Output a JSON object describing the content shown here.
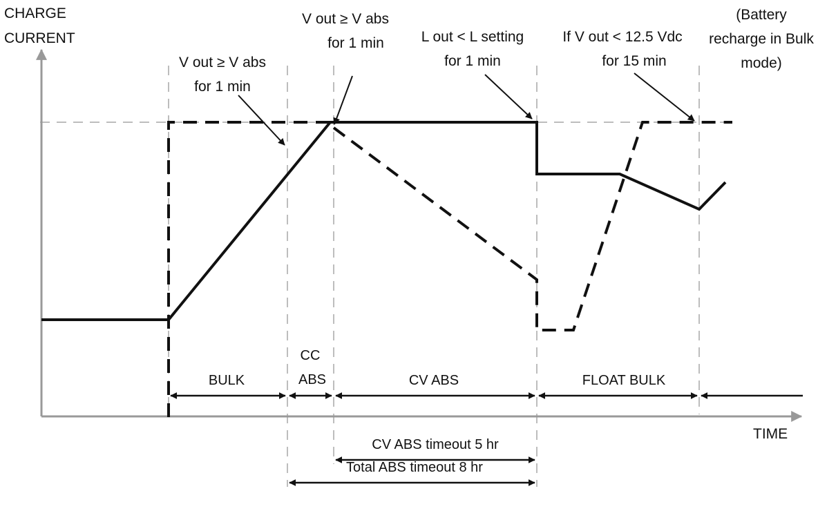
{
  "axes": {
    "y_label_line1": "CHARGE",
    "y_label_line2": "CURRENT",
    "x_label": "TIME"
  },
  "annotations": {
    "bulk_end_line1": "V out ≥ V abs",
    "bulk_end_line2": "for 1 min",
    "cc_end_line1": "V out ≥ V abs",
    "cc_end_line2": "for 1 min",
    "cv_end_line1": "L out < L setting",
    "cv_end_line2": "for 1 min",
    "float_end_line1": "If V out < 12.5 Vdc",
    "float_end_line2": "for 15 min",
    "recharge_line1": "(Battery",
    "recharge_line2": "recharge in Bulk",
    "recharge_line3": "mode)"
  },
  "stages": {
    "bulk": "BULK",
    "cc_abs_line1": "CC",
    "cc_abs_line2": "ABS",
    "cv_abs": "CV ABS",
    "float_bulk": "FLOAT BULK"
  },
  "timeouts": {
    "cv_abs": "CV ABS timeout 5 hr",
    "total_abs": "Total ABS timeout 8 hr"
  },
  "colors": {
    "line": "#111111",
    "guide": "#bdbdbd",
    "axis": "#999999"
  }
}
